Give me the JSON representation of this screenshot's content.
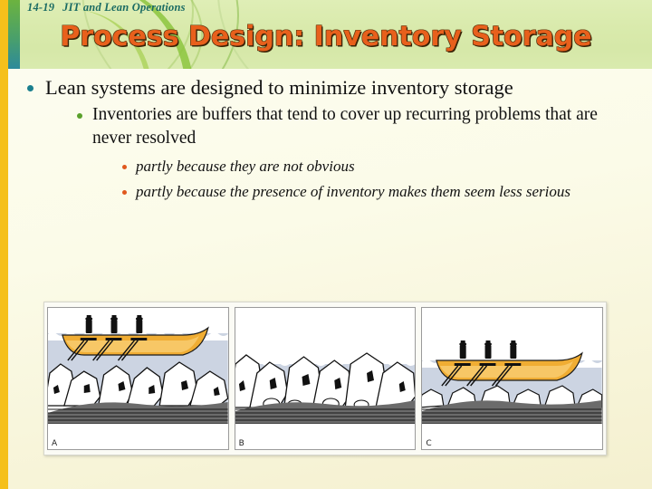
{
  "slide": {
    "kicker_number": "14-19",
    "kicker_text": "JIT and Lean Operations",
    "title": "Process Design: Inventory Storage"
  },
  "colors": {
    "title_fill": "#e8601c",
    "kicker": "#1a6b63",
    "header_band": "#d9eaac",
    "left_bar_yellow": "#f5c01b",
    "left_bar_green_top": "#6cb33f",
    "left_bar_green_bottom": "#2d8a9b",
    "bullet_level1": "#1a7f8e",
    "bullet_level2": "#5aa02c",
    "bullet_level3": "#e0581d",
    "body_background": "#fdfdf0",
    "boat_fill": "#f0ad33",
    "boat_fill_light": "#f7c766",
    "water_fill": "#ccd4e2",
    "rock_fill": "#ffffff",
    "rock_outline": "#111111",
    "seabed_fill": "#6e6e6e"
  },
  "bullets": [
    {
      "level": 1,
      "text": "Lean systems are designed to minimize inventory storage",
      "children": [
        {
          "level": 2,
          "text": "Inventories are buffers that tend to cover up recurring problems that are never resolved",
          "children": [
            {
              "level": 3,
              "text": "partly because they are not obvious"
            },
            {
              "level": 3,
              "text": "partly because the presence of inventory makes them seem less serious"
            }
          ]
        }
      ]
    }
  ],
  "figure": {
    "panels": [
      {
        "label": "A",
        "caption_semantic": "high-water-boat-clears-large-rocks",
        "has_boat": true,
        "rowers": 3,
        "water_level": "high",
        "rocks": "large"
      },
      {
        "label": "B",
        "caption_semantic": "low-water-rocks-exposed-no-boat",
        "has_boat": false,
        "rowers": 0,
        "water_level": "low",
        "rocks": "large"
      },
      {
        "label": "C",
        "caption_semantic": "medium-water-boat-clears-small-rocks",
        "has_boat": true,
        "rowers": 3,
        "water_level": "medium",
        "rocks": "small"
      }
    ]
  }
}
